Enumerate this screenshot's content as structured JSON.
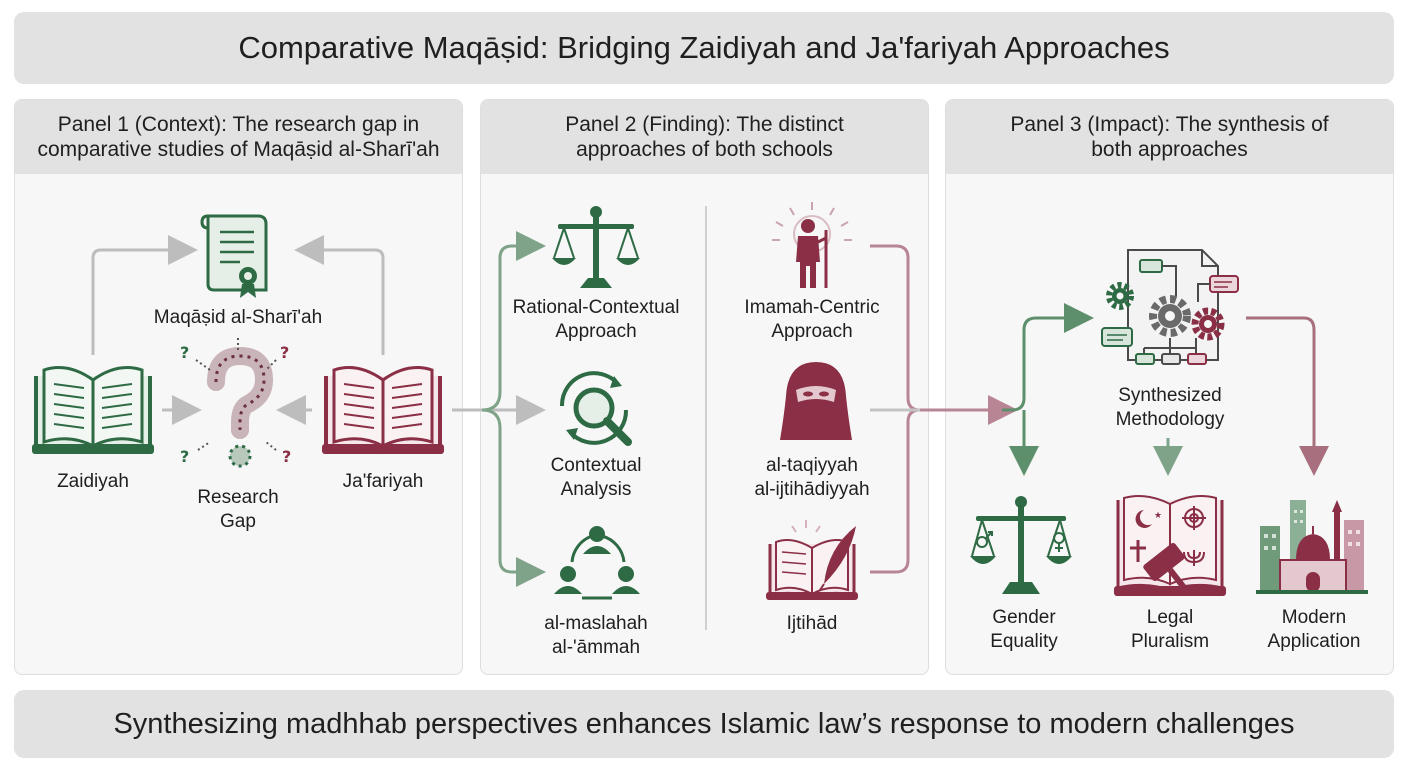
{
  "title": "Comparative Maqāṣid: Bridging Zaidiyah and Ja'fariyah Approaches",
  "footer": "Synthesizing madhhab perspectives enhances Islamic law’s response to modern challenges",
  "colors": {
    "green": "#2e6b45",
    "maroon": "#8a2f45",
    "light_green": "#7fa389",
    "light_maroon": "#b88595",
    "gray": "#bdbdbd"
  },
  "panel1": {
    "header": "Panel 1 (Context): The research gap in\ncomparative studies of Maqāṣid al-Sharī'ah",
    "maqasid": "Maqāṣid al-Sharī'ah",
    "zaidiyah": "Zaidiyah",
    "jafariyah": "Ja'fariyah",
    "gap": "Research\nGap"
  },
  "panel2": {
    "header": "Panel 2 (Finding): The distinct\napproaches of both schools",
    "rational": "Rational-Contextual\nApproach",
    "contextual": "Contextual\nAnalysis",
    "maslahah": "al-maslahah\nal-'āmmah",
    "imamah": "Imamah-Centric\nApproach",
    "taqiyyah": "al-taqiyyah\nal-ijtihādiyyah",
    "ijtihad": "Ijtihād"
  },
  "panel3": {
    "header": "Panel 3 (Impact): The synthesis of\nboth approaches",
    "synth": "Synthesized\nMethodology",
    "gender": "Gender\nEquality",
    "legal": "Legal\nPluralism",
    "modern": "Modern\nApplication"
  }
}
